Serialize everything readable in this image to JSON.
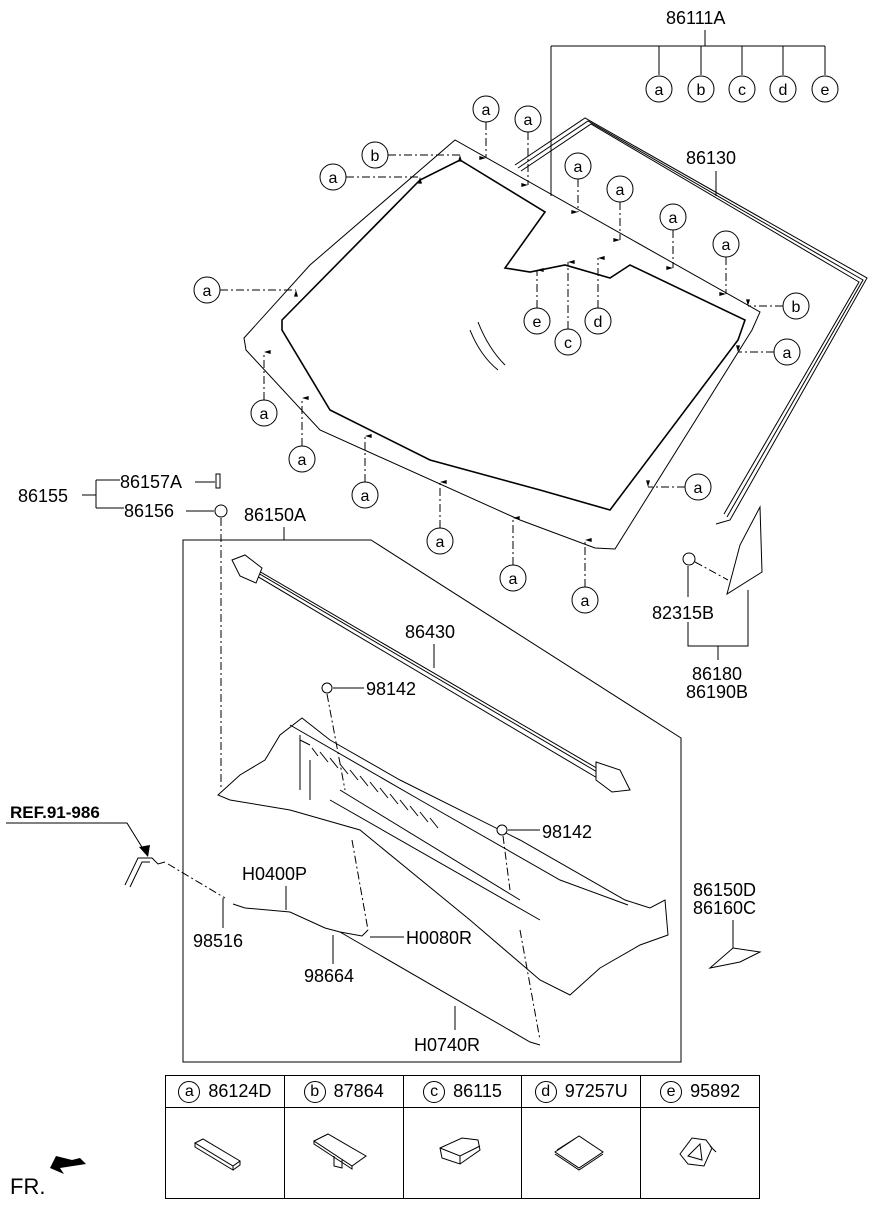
{
  "title": "Windshield Glass & Cowl Panel Parts Diagram",
  "callouts": {
    "glass_assy": "86111A",
    "moulding": "86130",
    "cowl_assy": "86150A",
    "cowl_seal": "86430",
    "clip_a": "98142",
    "clip_b": "98142",
    "fastener_set": "86155",
    "fastener_1": "86157A",
    "fastener_2": "86156",
    "ref": "REF.91-986",
    "hose_1": "H0400P",
    "hose_2": "H0080R",
    "hose_3": "H0740R",
    "connector_1": "98516",
    "connector_2": "98664",
    "clip_c": "82315B",
    "garnish_1": "86180",
    "garnish_2": "86190B",
    "cover_1": "86150D",
    "cover_2": "86160C",
    "direction": "FR."
  },
  "glass_subparts": [
    "a",
    "b",
    "c",
    "d",
    "e"
  ],
  "legend": [
    {
      "key": "a",
      "part": "86124D",
      "icon": "spacer-strip-icon"
    },
    {
      "key": "b",
      "part": "87864",
      "icon": "stopper-pad-icon"
    },
    {
      "key": "c",
      "part": "86115",
      "icon": "rubber-block-icon"
    },
    {
      "key": "d",
      "part": "97257U",
      "icon": "sensor-pad-icon"
    },
    {
      "key": "e",
      "part": "95892",
      "icon": "camera-bracket-icon"
    }
  ]
}
